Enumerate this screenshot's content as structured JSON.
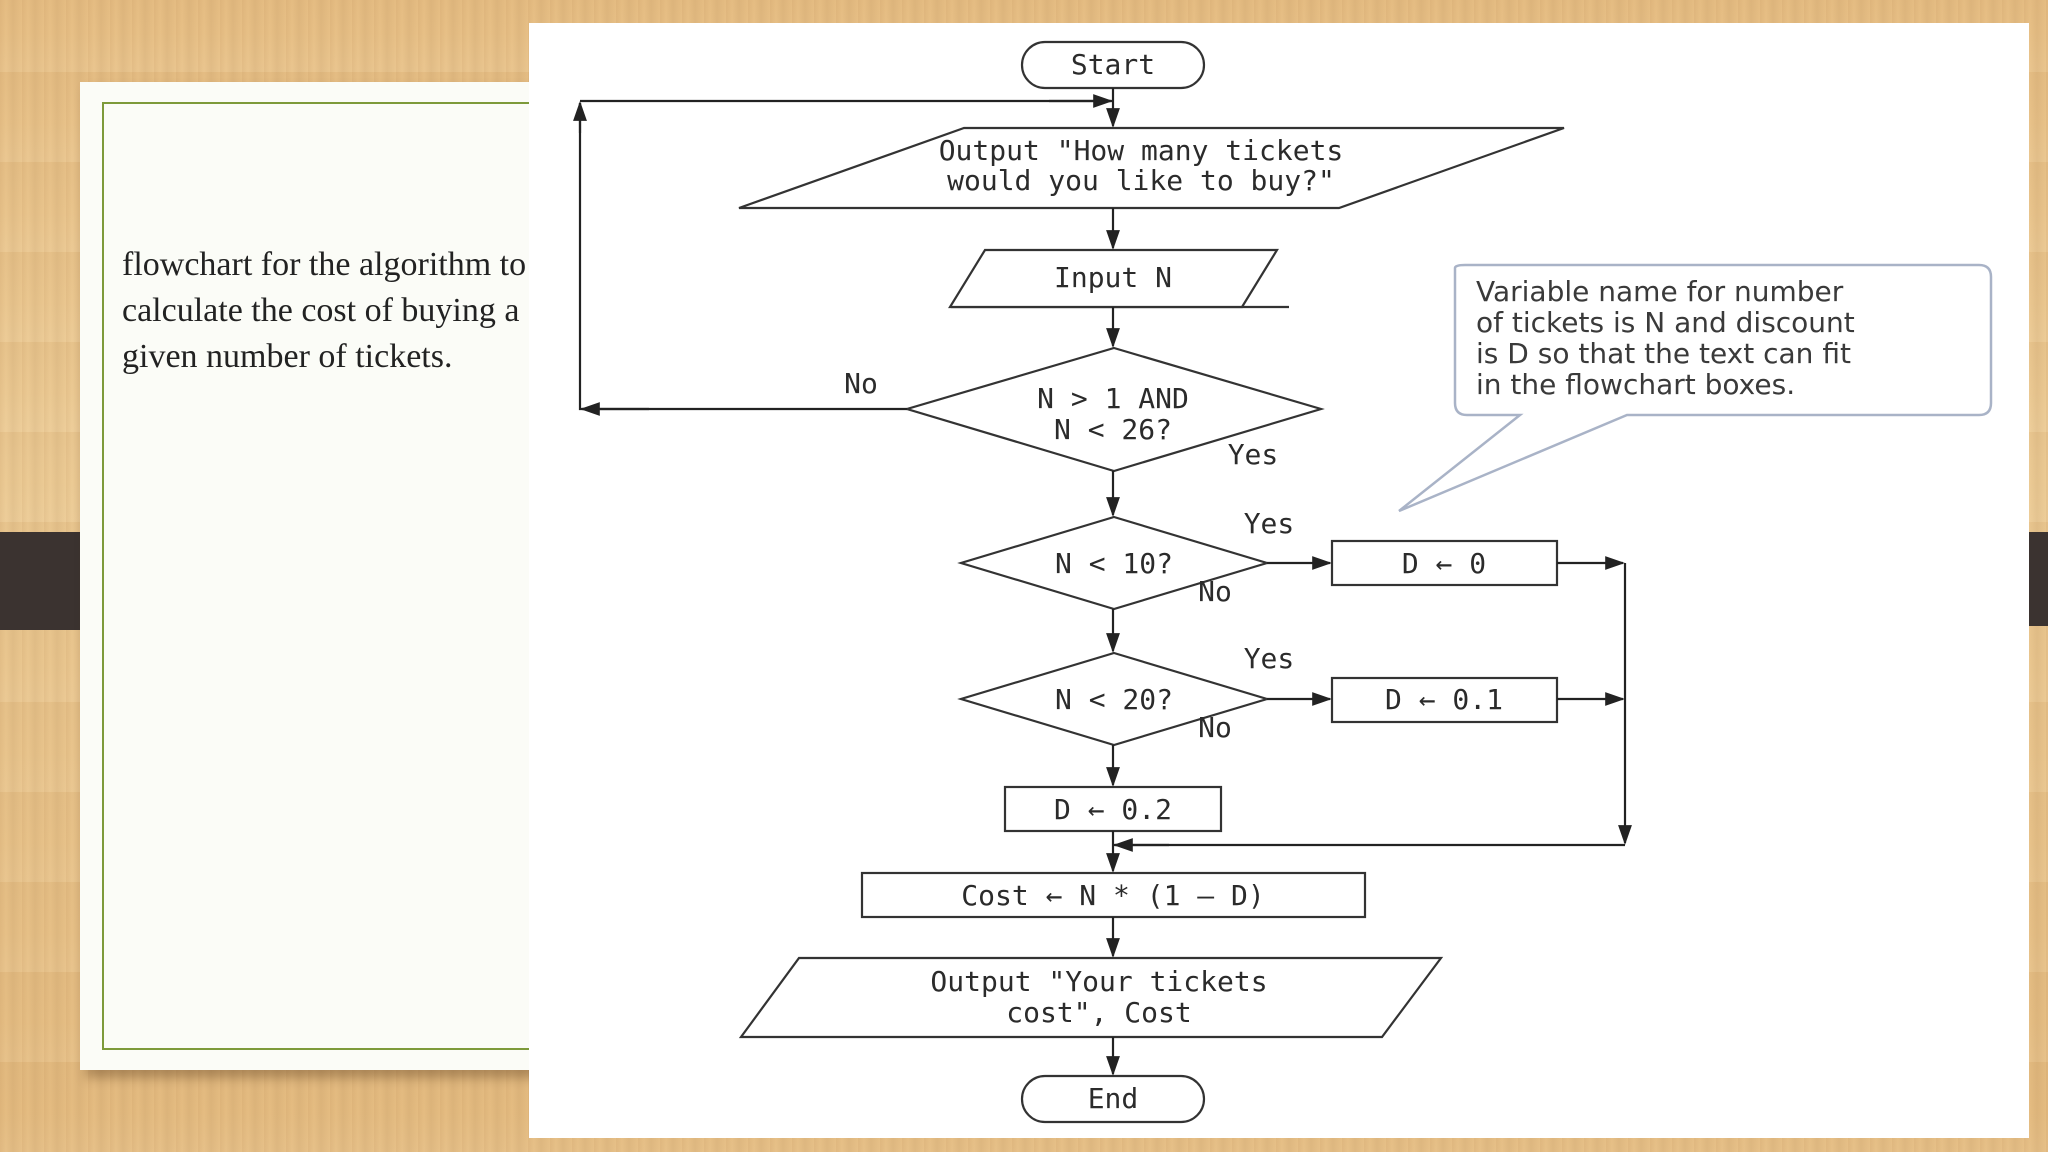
{
  "caption": "flowchart for the algorithm to calculate the cost of buying a given number of tickets.",
  "flowchart": {
    "start": "Start",
    "output_prompt_line1": "Output \"How many tickets",
    "output_prompt_line2": "would you like to buy?\"",
    "input": "Input N",
    "check_range_line1": "N > 1 AND",
    "check_range_line2": "N < 26?",
    "range_no": "No",
    "range_yes": "Yes",
    "check_10": "N < 10?",
    "check_10_yes": "Yes",
    "check_10_no": "No",
    "assign_d0": "D ← 0",
    "check_20": "N < 20?",
    "check_20_yes": "Yes",
    "check_20_no": "No",
    "assign_d01": "D ← 0.1",
    "assign_d02": "D ← 0.2",
    "cost_calc": "Cost ← N * (1 – D)",
    "output_cost_line1": "Output \"Your tickets",
    "output_cost_line2": "cost\", Cost",
    "end": "End"
  },
  "callout": {
    "line1": "Variable name for number",
    "line2": "of tickets is N and discount",
    "line3": "is D so that the text can fit",
    "line4": "in the flowchart boxes."
  }
}
